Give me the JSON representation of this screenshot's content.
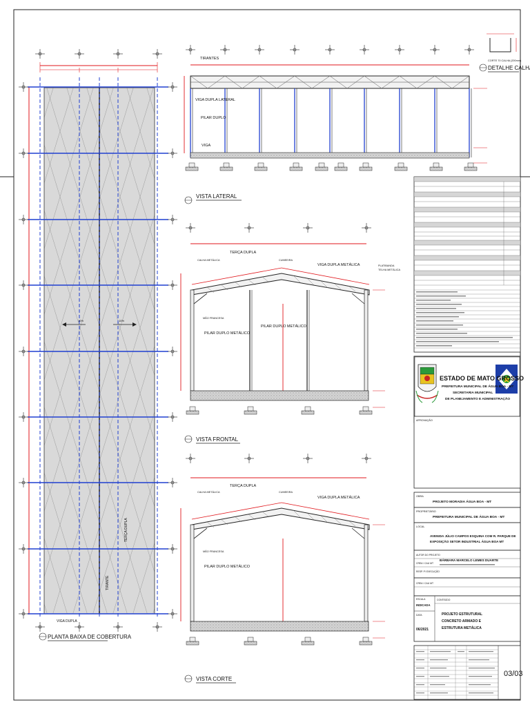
{
  "drawing": {
    "views": {
      "plan_title": "PLANTA BAIXA DE COBERTURA",
      "lateral_title": "VISTA LATERAL",
      "frontal_title": "VISTA FRONTAL",
      "corte_title": "VISTA CORTE",
      "detalhe_title": "DETALHE CALHA",
      "detalhe_note": "CORTE 70 CALHA (200mm)",
      "lateral_labels": {
        "tirantes": "TIRANTES",
        "viga_dupla_lateral": "VIGA DUPLA LATERAL",
        "pilar_duplo": "PILAR DUPLO",
        "viga": "VIGA"
      },
      "frontal_labels": {
        "terca_dupla": "TERÇA DUPLA",
        "viga_dupla_metalica": "VIGA DUPLA METÁLICA",
        "pilar_duplo_metalico": "PILAR DUPLO METÁLICO",
        "mao_francesa": "MÃO FRANCESA",
        "platibanda": "PLATIBANDA",
        "telha_metalica": "TELHA METÁLICA",
        "cumeeira": "CUMEEIRA",
        "calha_metalica": "CALHA METÁLICA"
      },
      "plan_labels": {
        "viga_dupla": "VIGA DUPLA",
        "terca_dupla": "TERÇA DUPLA",
        "tirante": "TIRANTE",
        "slope": "10%"
      }
    },
    "title_block": {
      "state": "ESTADO DE MATO GROSSO",
      "city_hall": "PREFEITURA MUNICIPAL DE ÁGUA BOA - MT",
      "secretariat_1": "SECRETARIA MUNICIPAL",
      "secretariat_2": "DE PLANEJAMENTO E ADMINISTRAÇÃO",
      "approval_label": "APROVAÇÃO",
      "obra_label": "OBRA",
      "obra_value": "PROJETO MORADIA ÁGUA BOA - MT",
      "proprietario_label": "PROPRIETÁRIO",
      "proprietario_value": "PREFEITURA MUNICIPAL DE ÁGUA BOA - MT",
      "local_label": "LOCAL",
      "local_value_1": "AVENIDA JÚLIO CAMPOS ESQUINA COM R. PARQUE DE",
      "local_value_2": "EXPOSIÇÃO SETOR INDUSTRIAL ÁGUA BOA MT",
      "autor_label": "AUTOR DO PROJETO",
      "autor_value": "BÁRBARA MARCELO LEMES DUARTE",
      "crea_label": "CREA / CAU MT",
      "responsavel_label": "RESP. P/ EXECUÇÃO",
      "escala_label": "ESCALA",
      "escala_value": "INDICADA",
      "conteudo_label": "CONTEÚDO",
      "conteudo_1": "PROJETO ESTRUTURAL",
      "conteudo_2": "CONCRETO ARMADO E",
      "conteudo_3": "ESTRUTURA METÁLICA",
      "data_label": "DATA",
      "data_value": "06/2021",
      "sheet_number": "03/03"
    }
  }
}
